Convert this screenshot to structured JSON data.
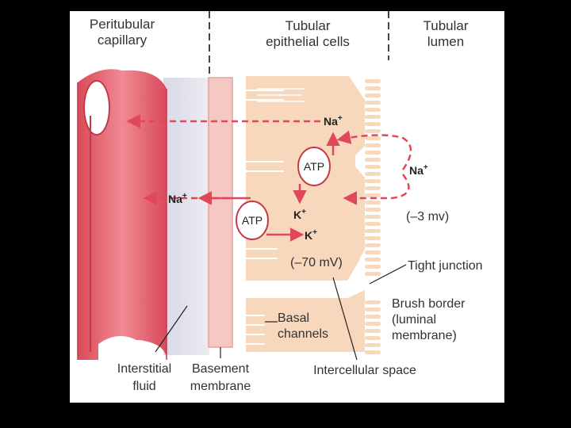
{
  "headers": {
    "peritubular_capillary": [
      "Peritubular",
      "capillary"
    ],
    "tubular_epithelial_cells": [
      "Tubular",
      "epithelial cells"
    ],
    "tubular_lumen": [
      "Tubular",
      "lumen"
    ]
  },
  "ions": {
    "na_top": "Na",
    "na_top_sup": "+",
    "na_lumen": "Na",
    "na_lumen_sup": "+",
    "na_left": "Na",
    "na_left_sup": "+",
    "k_in": "K",
    "k_in_sup": "+",
    "k_out": "K",
    "k_out_sup": "+"
  },
  "pumps": {
    "atp_top": "ATP",
    "atp_bottom": "ATP"
  },
  "potentials": {
    "lumen": "(–3 mv)",
    "cell": "(–70 mV)"
  },
  "labels": {
    "tight_junction": "Tight junction",
    "brush_border": [
      "Brush border",
      "(luminal",
      "membrane)"
    ],
    "basal_channels": [
      "Basal",
      "channels"
    ],
    "interstitial_fluid": [
      "Interstitial",
      "fluid"
    ],
    "basement_membrane": [
      "Basement",
      "membrane"
    ],
    "intercellular_space": "Intercellular space"
  },
  "colors": {
    "arrow_red": "#e0485a",
    "capillary_wall": "#e5606e",
    "cell_fill": "#f7d8bc",
    "basement_fill": "#f6c8c4",
    "interstitial_fill": "#e4e4ee"
  }
}
